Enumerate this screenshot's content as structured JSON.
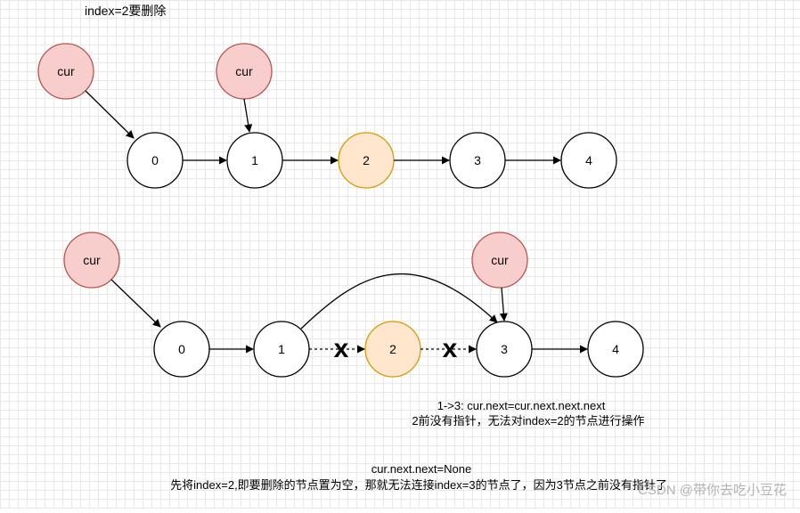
{
  "top": {
    "title": "index=2要删除",
    "cur_labels": [
      "cur",
      "cur"
    ],
    "nodes": [
      "0",
      "1",
      "2",
      "3",
      "4"
    ]
  },
  "bottom": {
    "cur_labels": [
      "cur",
      "cur"
    ],
    "nodes": [
      "0",
      "1",
      "2",
      "3",
      "4"
    ],
    "cross_marks": [
      "x",
      "x"
    ],
    "note_line1": "1->3: cur.next=cur.next.next.next",
    "note_line2": "2前没有指针，无法对index=2的节点进行操作"
  },
  "footer": {
    "line1": "cur.next.next=None",
    "line2": "先将index=2,即要删除的节点置为空，那就无法连接index=3的节点了，因为3节点之前没有指针了"
  },
  "watermark": "CSDN @带你去吃小豆花",
  "colors": {
    "cur_fill": "#f8cecc",
    "cur_stroke": "#b85450",
    "target_fill": "#ffe6cc",
    "target_stroke": "#d79b00"
  }
}
